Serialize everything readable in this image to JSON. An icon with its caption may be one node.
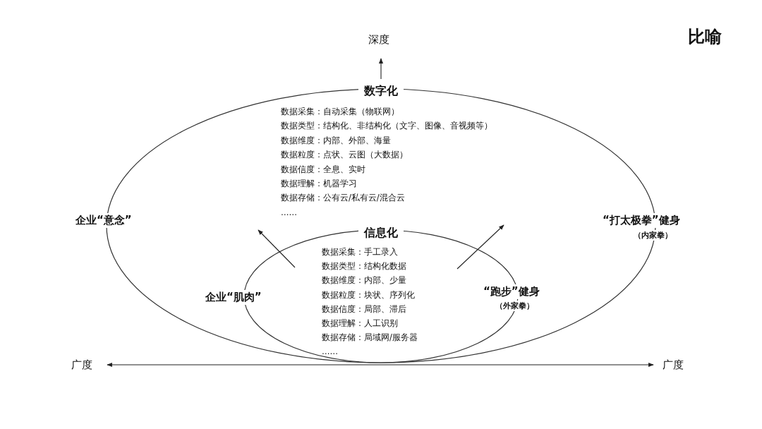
{
  "diagram": {
    "title": "比喻",
    "nodes": [
      {
        "text": [
          "数字化",
          "数据采集：自动采集（物联网）",
          "数据类型：结构化、非结构化（文字、图像、音视频等）",
          "数据维度：内部、外部、海量",
          "数据粒度：点状、云图（大数据）",
          "数据信度：全息、实时",
          "数据理解：机器学习",
          "数据存储：公有云/私有云/混合云",
          "……"
        ],
        "beside": [
          "企业“意念”",
          "“打太极拳”健身",
          "（内家拳）"
        ]
      },
      {
        "text": [
          "信息化",
          "数据采集：手工录入",
          "数据类型：结构化数据",
          "数据维度：内部、少量",
          "数据粒度：块状、序列化",
          "数据信度：局部、滞后",
          "数据理解：人工识别",
          "数据存储：局域网/服务器",
          "……",
          "“跑步”健身",
          "（外家拳）"
        ],
        "beside": [
          "企业“肌肉”"
        ],
        "in": 0
      }
    ],
    "edges": [
      {
        "from": 1,
        "to": 0,
        "arrow": "to"
      },
      {
        "from": 1,
        "to": 0,
        "arrow": "to"
      }
    ],
    "labels": [
      "深度",
      "广度",
      "广度"
    ]
  }
}
